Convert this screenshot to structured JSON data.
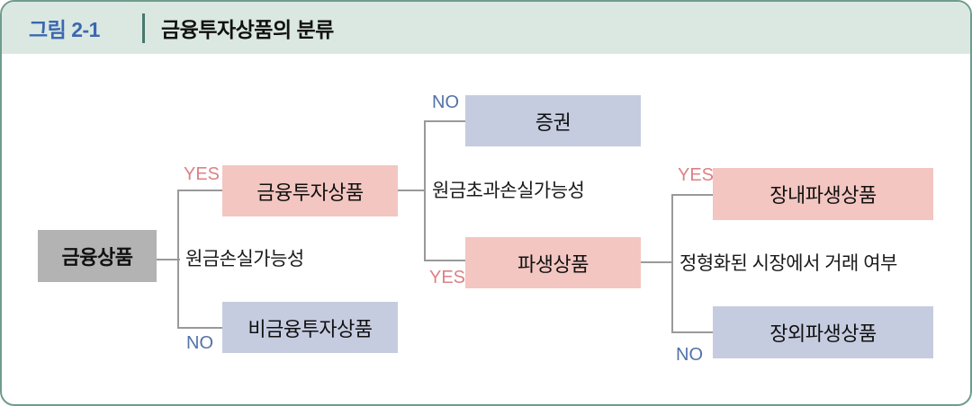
{
  "figure": {
    "label": "그림 2-1",
    "title": "금융투자상품의 분류"
  },
  "flowchart": {
    "branch_labels": {
      "yes": "YES",
      "no": "NO"
    },
    "nodes": {
      "root": "금융상품",
      "financial_investment": "금융투자상품",
      "non_financial_investment": "비금융투자상품",
      "securities": "증권",
      "derivatives": "파생상품",
      "exchange_traded_derivatives": "장내파생상품",
      "otc_derivatives": "장외파생상품"
    },
    "questions": {
      "principal_loss": "원금손실가능성",
      "excess_principal_loss": "원금초과손실가능성",
      "standardized_market": "정형화된 시장에서 거래 여부"
    }
  },
  "colors": {
    "header_bg": "#dbe8e1",
    "panel_border": "#6e9c8e",
    "header_divider": "#47786c",
    "figure_label_blue": "#3c68b0",
    "root_box_gray": "#b3b3b3",
    "yes_box_pink": "#f3c6c1",
    "no_box_lavender": "#c6cce0",
    "yes_text": "#dd8186",
    "no_text": "#5272a8",
    "connector_gray": "#999999"
  }
}
